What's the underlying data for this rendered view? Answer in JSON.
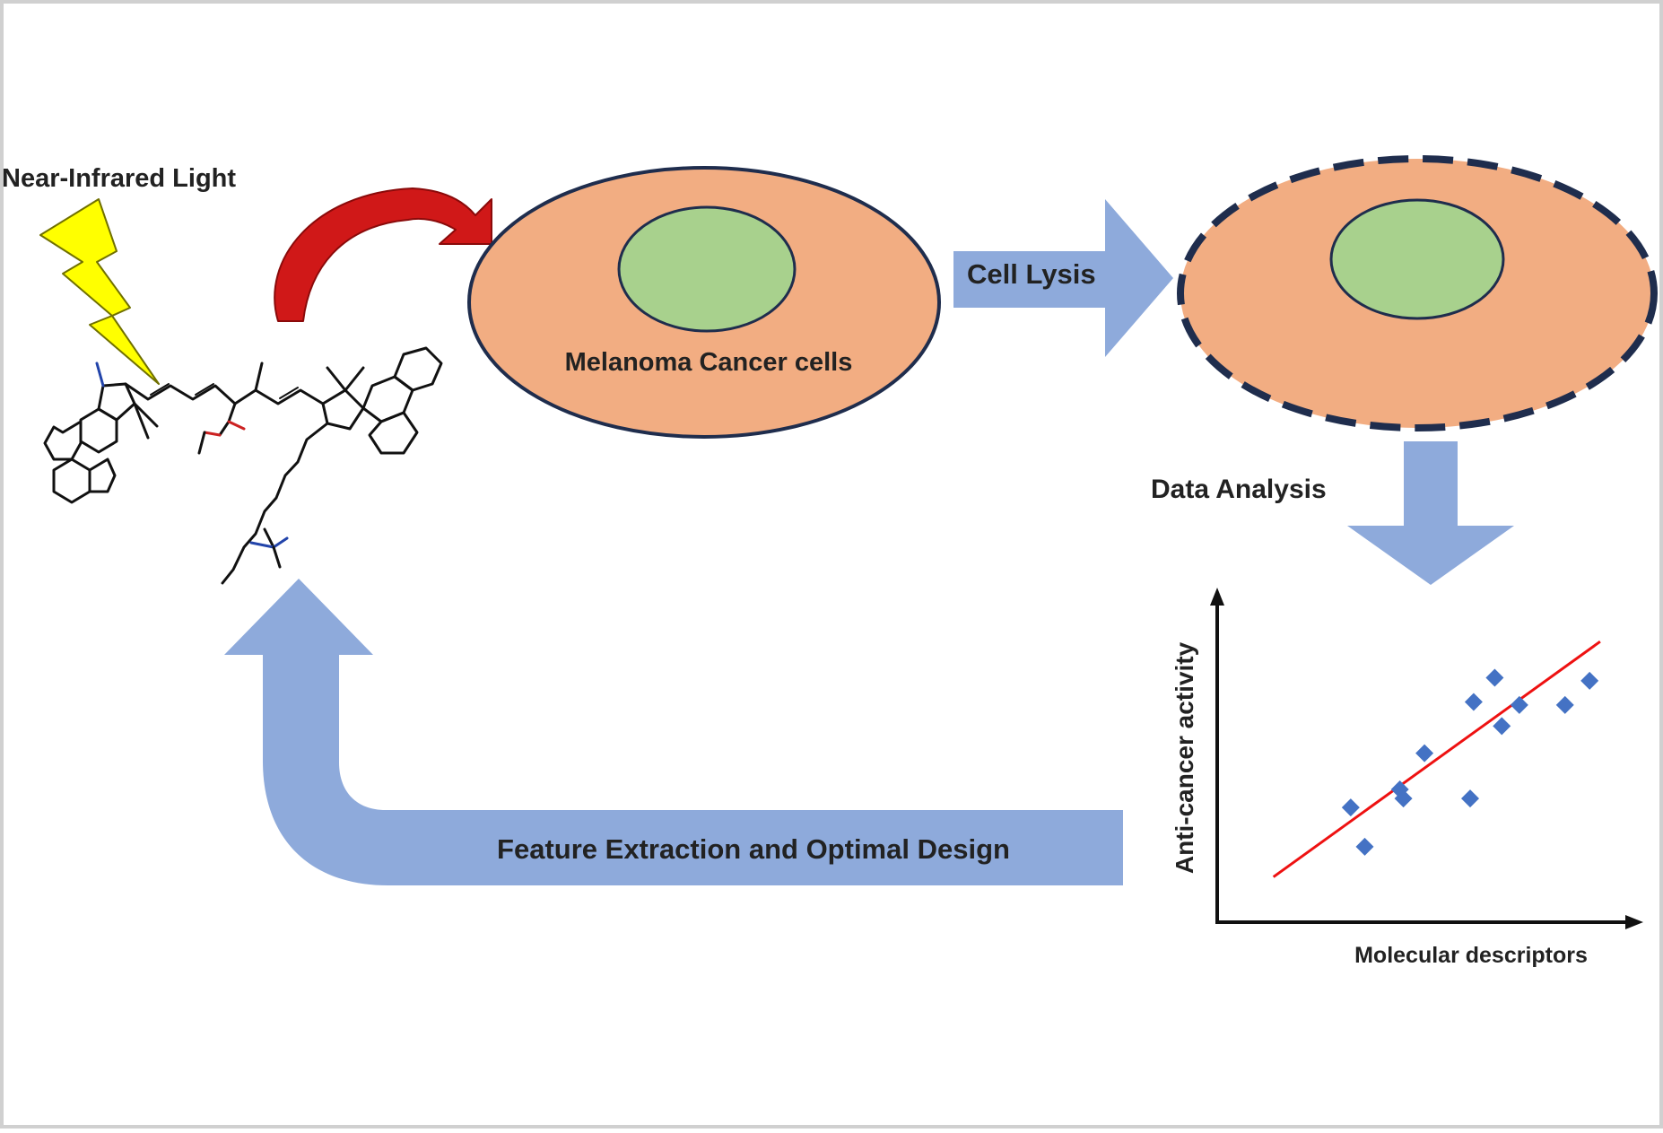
{
  "labels": {
    "near_infrared": "Near-Infrared Light",
    "melanoma": "Melanoma Cancer cells",
    "cell_lysis": "Cell Lysis",
    "data_analysis": "Data Analysis",
    "feature_extraction": "Feature Extraction and Optimal Design"
  },
  "chart": {
    "y_label": "Anti-cancer activity",
    "x_label": "Molecular descriptors"
  },
  "colors": {
    "cell_fill": "#f2ad82",
    "nucleus_fill": "#a8d18d",
    "arrow_blue": "#8eaadb",
    "curved_arrow_red": "#d01818",
    "lightning": "#ffff00",
    "point_blue": "#4472c4",
    "fit_line": "#ee1111",
    "dashed_outline": "#1f2d4d"
  },
  "chart_data": {
    "type": "scatter",
    "xlabel": "Molecular descriptors",
    "ylabel": "Anti-cancer activity",
    "points": [
      {
        "x": 0.38,
        "y": 0.38
      },
      {
        "x": 0.42,
        "y": 0.25
      },
      {
        "x": 0.52,
        "y": 0.44
      },
      {
        "x": 0.53,
        "y": 0.41
      },
      {
        "x": 0.59,
        "y": 0.56
      },
      {
        "x": 0.72,
        "y": 0.41
      },
      {
        "x": 0.73,
        "y": 0.73
      },
      {
        "x": 0.79,
        "y": 0.81
      },
      {
        "x": 0.81,
        "y": 0.65
      },
      {
        "x": 0.86,
        "y": 0.72
      },
      {
        "x": 0.99,
        "y": 0.72
      },
      {
        "x": 1.06,
        "y": 0.8
      }
    ],
    "fit_line": {
      "x": [
        0.16,
        1.09
      ],
      "y": [
        0.15,
        0.93
      ]
    },
    "xlim": [
      0,
      1.2
    ],
    "ylim": [
      0,
      1.1
    ]
  }
}
